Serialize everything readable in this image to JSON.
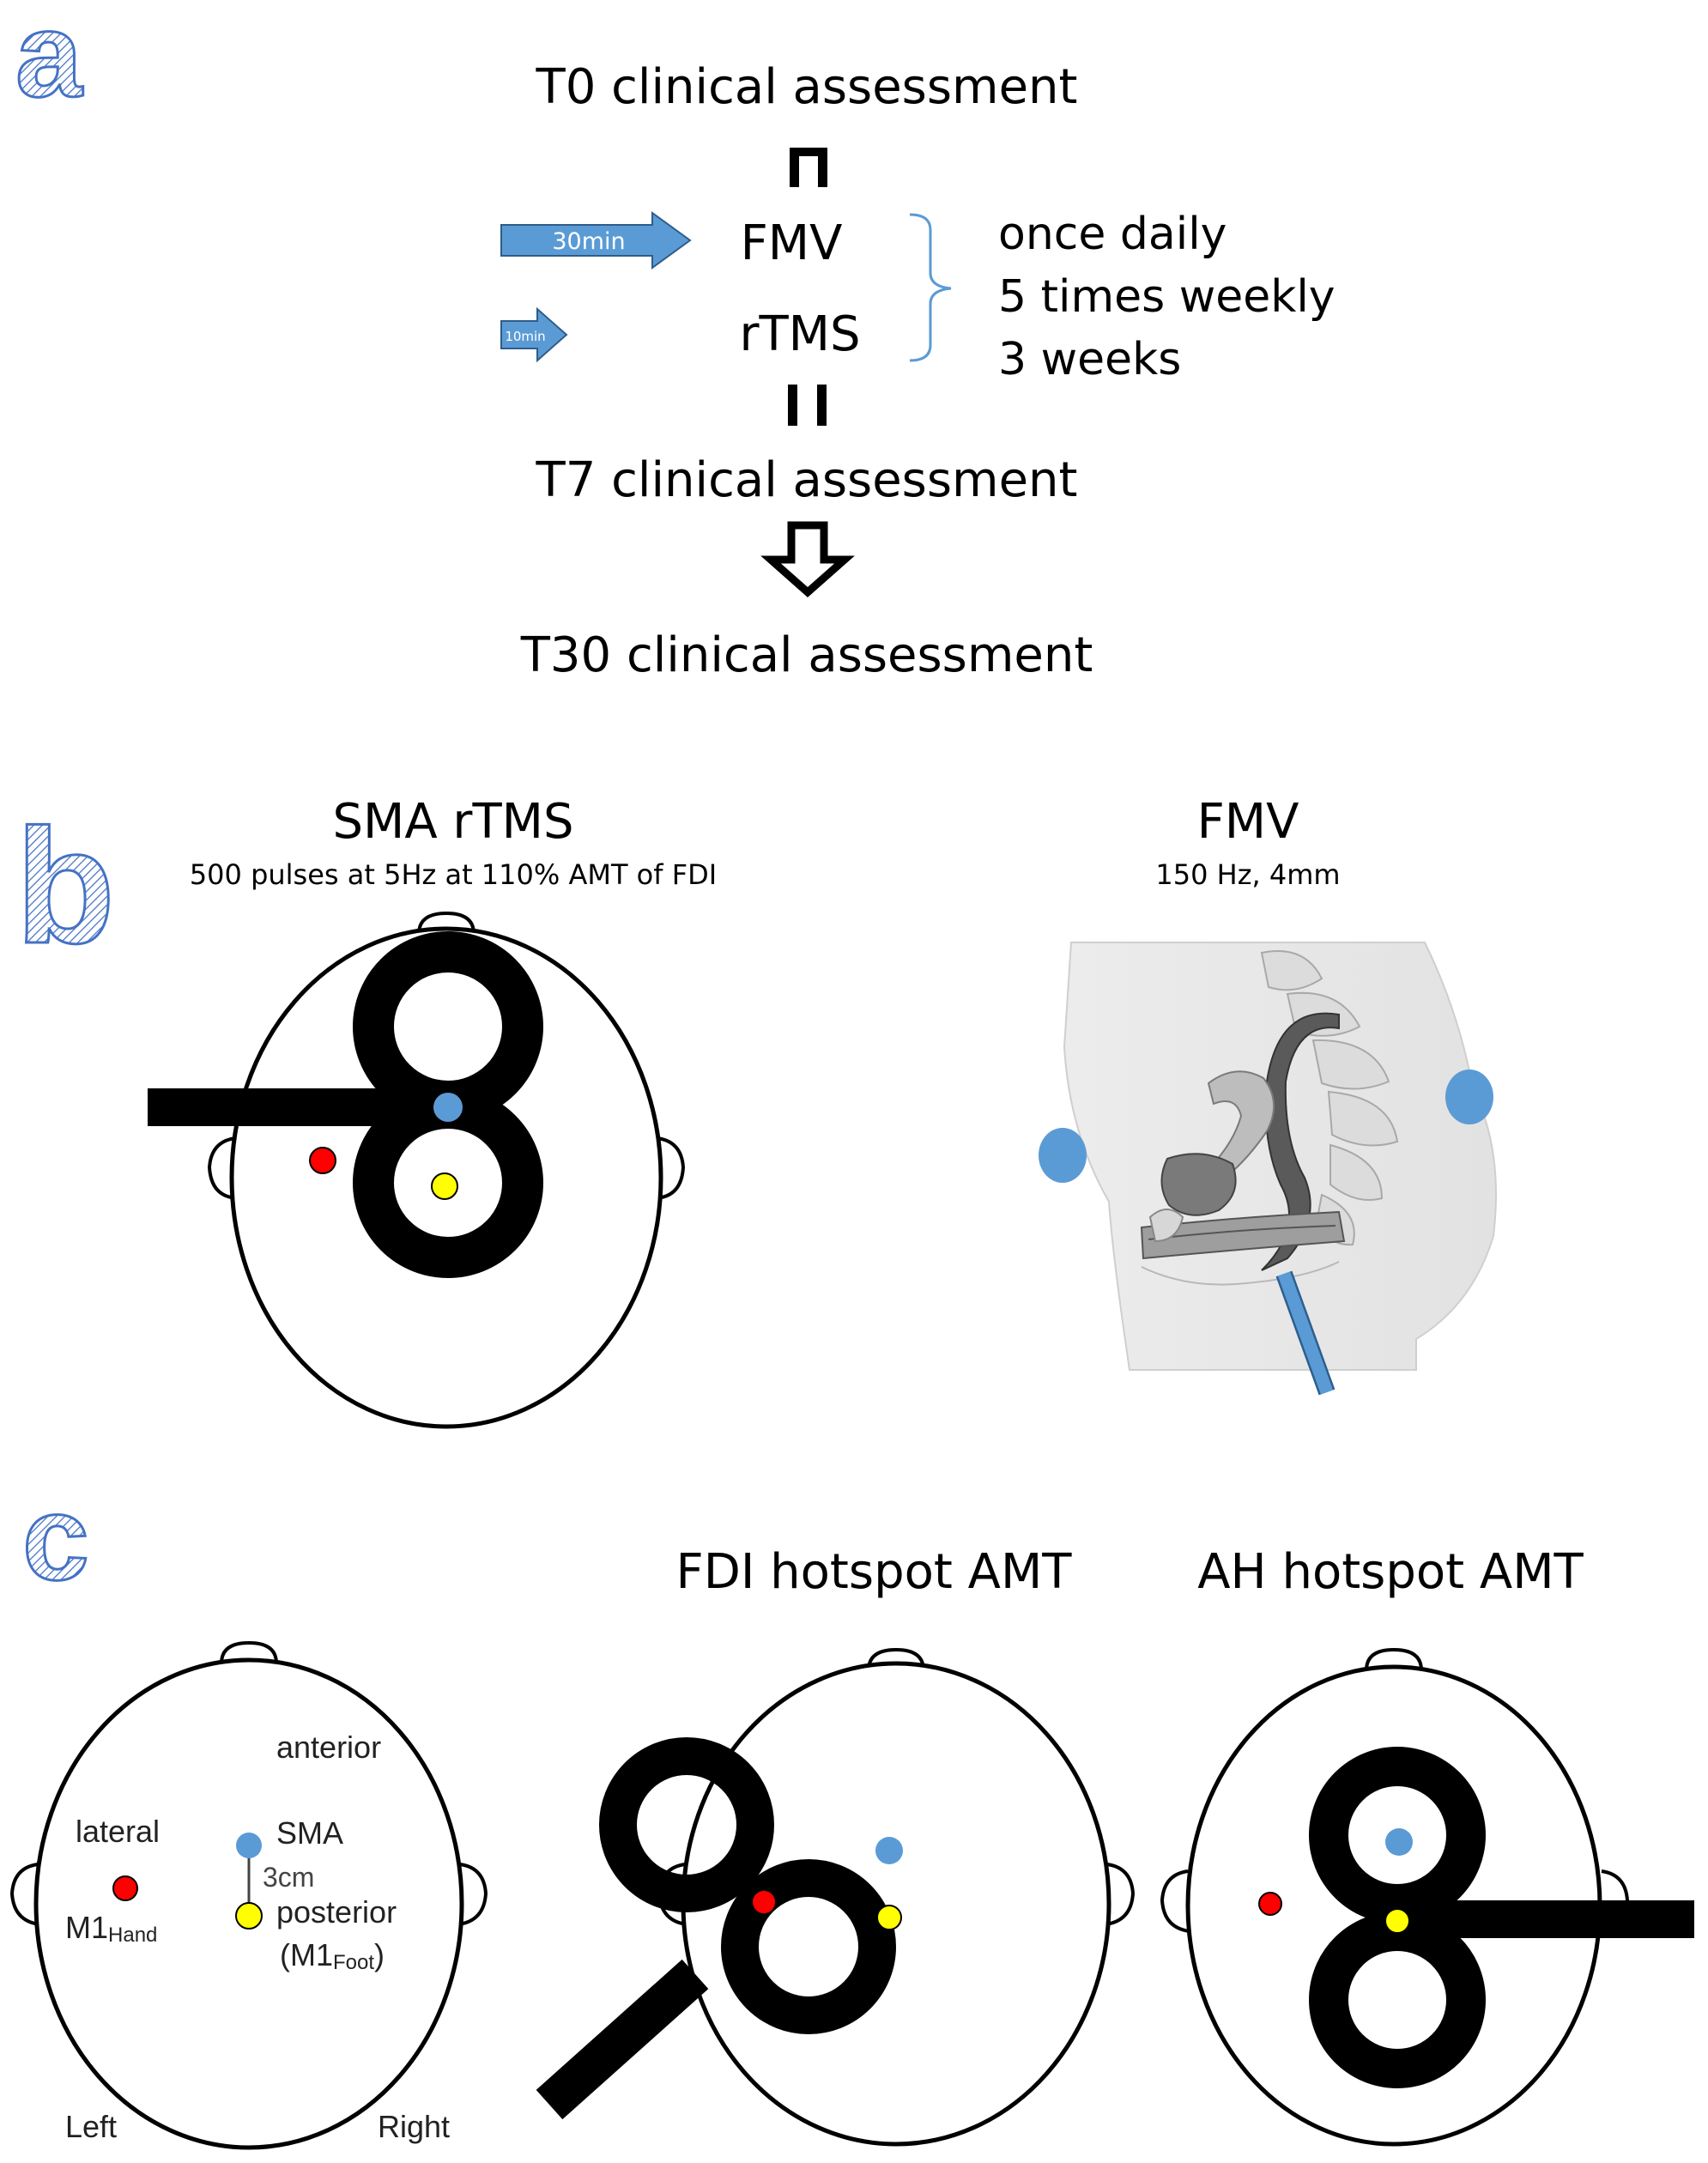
{
  "panel_labels": {
    "a": "a",
    "b": "b",
    "c": "c"
  },
  "flow": {
    "t0": "T0 clinical assessment",
    "fmv": "FMV",
    "fmv_duration": "30min",
    "rtms": "rTMS",
    "rtms_duration": "10min",
    "schedule": [
      "once daily",
      "5 times weekly",
      "3 weeks"
    ],
    "t7": "T7 clinical assessment",
    "t30": "T30 clinical assessment"
  },
  "panel_b": {
    "rtms_title": "SMA rTMS",
    "rtms_params": "500 pulses at 5Hz at 110% AMT of FDI",
    "fmv_title": "FMV",
    "fmv_params": "150 Hz, 4mm"
  },
  "panel_c": {
    "anterior": "anterior",
    "lateral": "lateral",
    "sma": "SMA",
    "distance": "3cm",
    "m1hand_main": "M1",
    "m1hand_sub": "Hand",
    "posterior": "posterior",
    "m1foot_open": "(M1",
    "m1foot_sub": "Foot",
    "m1foot_close": ")",
    "left": "Left",
    "right": "Right",
    "fdi_title": "FDI hotspot AMT",
    "ah_title": "AH hotspot AMT"
  },
  "colors": {
    "blue": "#5b9bd5",
    "red": "#ff0000",
    "yellow": "#ffff00",
    "arrow_fill": "#5b9bd5",
    "brace": "#5b9bd5",
    "black": "#000000"
  }
}
